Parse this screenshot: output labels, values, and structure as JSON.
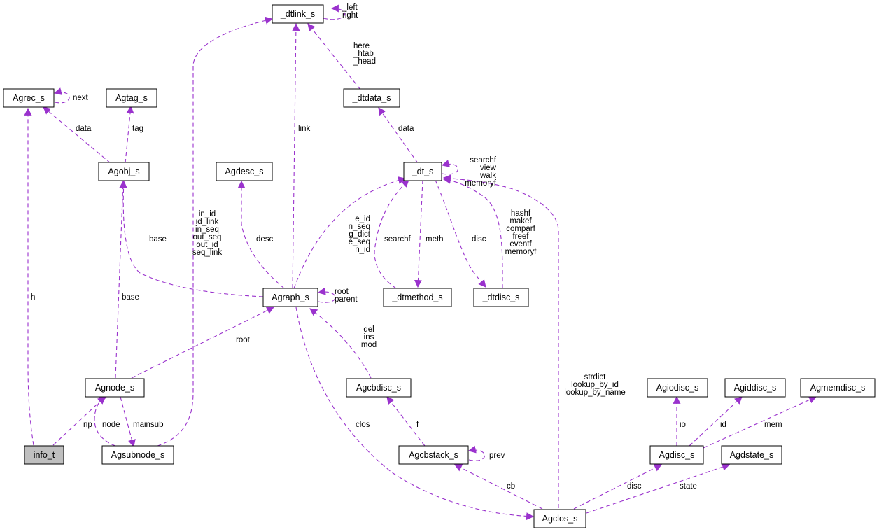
{
  "nodes": {
    "dtlink": "_dtlink_s",
    "agrec": "Agrec_s",
    "agtag": "Agtag_s",
    "dtdata": "_dtdata_s",
    "agobj": "Agobj_s",
    "agdesc": "Agdesc_s",
    "dt": "_dt_s",
    "agraph": "Agraph_s",
    "dtmethod": "_dtmethod_s",
    "dtdisc": "_dtdisc_s",
    "agnode": "Agnode_s",
    "agcbdisc": "Agcbdisc_s",
    "agiodisc": "Agiodisc_s",
    "agiddisc": "Agiddisc_s",
    "agmemdisc": "Agmemdisc_s",
    "info": "info_t",
    "agsubnode": "Agsubnode_s",
    "agcbstack": "Agcbstack_s",
    "agdisc": "Agdisc_s",
    "agdstate": "Agdstate_s",
    "agclos": "Agclos_s"
  },
  "labels": {
    "dtlink_self": [
      "_left",
      "right"
    ],
    "dtdata_dtlink": [
      "here",
      "_htab",
      "_head"
    ],
    "agrec_self": [
      "next"
    ],
    "agobj_agrec": [
      "data"
    ],
    "agobj_agtag": [
      "tag"
    ],
    "dt_dtdata": [
      "data"
    ],
    "agraph_dtlink": [
      "link"
    ],
    "dt_self": [
      "searchf",
      "view",
      "walk",
      "memoryf"
    ],
    "agsubnode_dtlink": [
      "in_id",
      "id_link",
      "in_seq",
      "out_seq",
      "out_id",
      "seq_link"
    ],
    "agraph_dt": [
      "e_id",
      "n_seq",
      "g_dict",
      "e_seq",
      "n_id"
    ],
    "dtdisc_dt": [
      "hashf",
      "makef",
      "comparf",
      "freef",
      "eventf",
      "memoryf"
    ],
    "agraph_agobj": [
      "base"
    ],
    "agraph_agdesc": [
      "desc"
    ],
    "dtmethod_dt": [
      "searchf"
    ],
    "dt_dtmethod": [
      "meth"
    ],
    "dt_dtdisc": [
      "disc"
    ],
    "info_agrec": [
      "h"
    ],
    "agnode_agobj": [
      "base"
    ],
    "agraph_self": [
      "root",
      "parent"
    ],
    "agnode_agraph": [
      "root"
    ],
    "agcbdisc_agraph": [
      "del",
      "ins",
      "mod"
    ],
    "agclos_dt": [
      "strdict",
      "lookup_by_id",
      "lookup_by_name"
    ],
    "info_agnode": [
      "np"
    ],
    "agsubnode_agnode": [
      "node"
    ],
    "agnode_agsubnode": [
      "mainsub"
    ],
    "agraph_agclos": [
      "clos"
    ],
    "agcbstack_agcbdisc": [
      "f"
    ],
    "agcbstack_self": [
      "prev"
    ],
    "agdisc_agiodisc": [
      "io"
    ],
    "agdisc_agiddisc": [
      "id"
    ],
    "agdisc_agmemdisc": [
      "mem"
    ],
    "agclos_agcbstack": [
      "cb"
    ],
    "agclos_agdisc": [
      "disc"
    ],
    "agclos_agdstate": [
      "state"
    ]
  },
  "colors": {
    "edge": "#9a32cd",
    "highlight_fill": "#bfbfbf"
  }
}
